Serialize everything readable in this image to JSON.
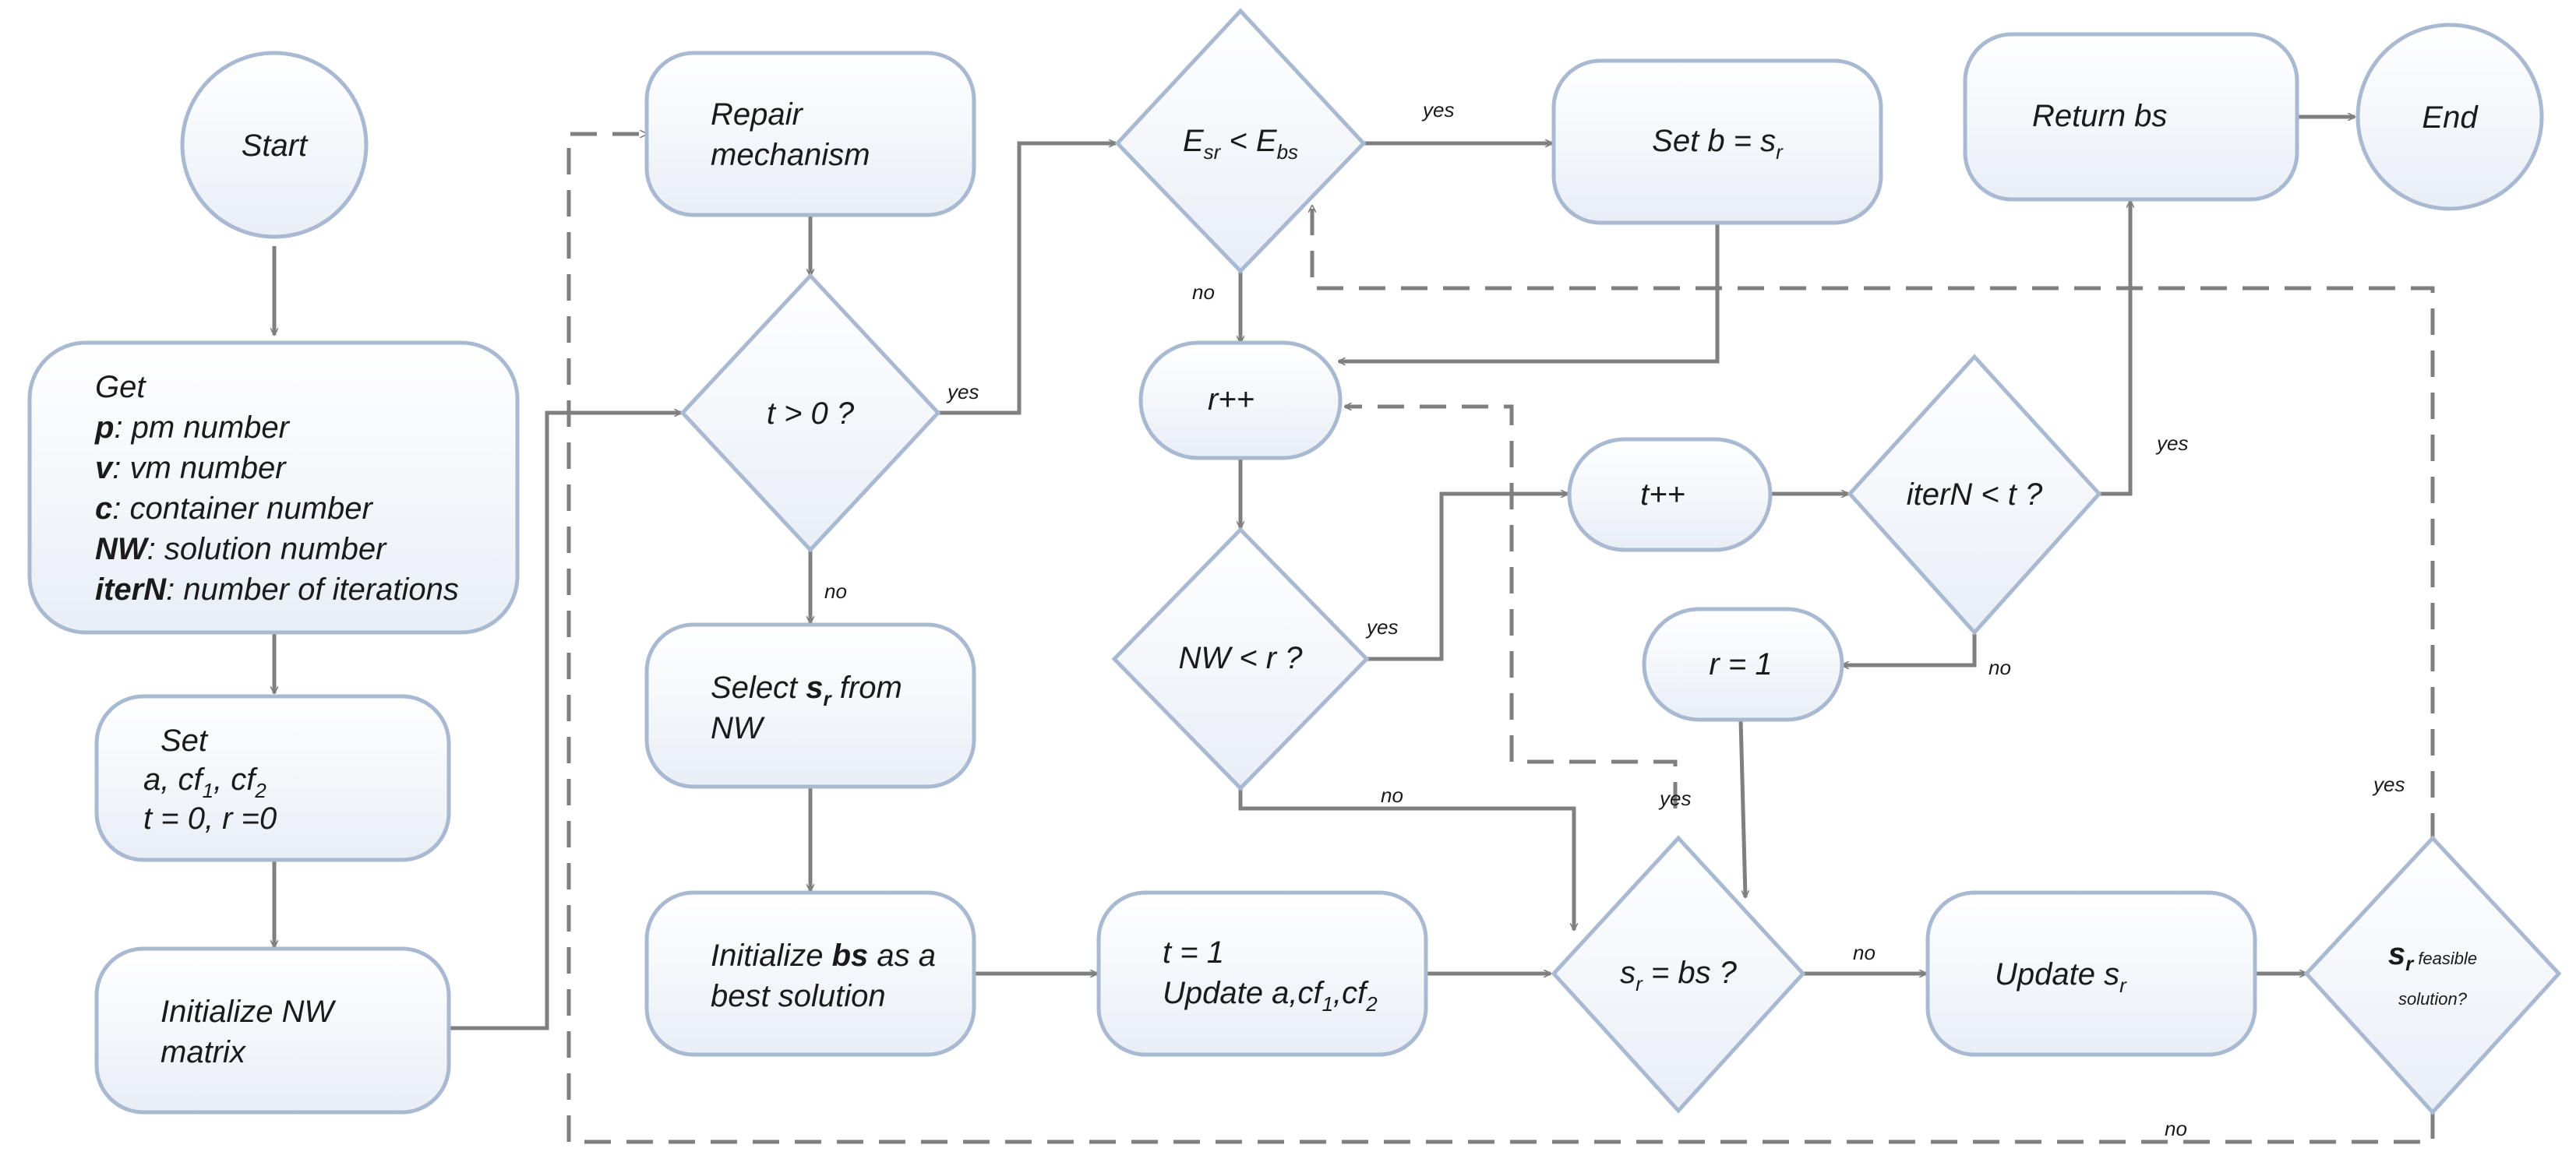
{
  "nodes": {
    "start": "Start",
    "get": {
      "title": "Get",
      "lines": [
        {
          "bold": "p",
          "rest": ": pm number"
        },
        {
          "bold": "v",
          "rest": ": vm number"
        },
        {
          "bold": "c",
          "rest": ": container number"
        },
        {
          "bold": "NW",
          "rest": ": solution number"
        },
        {
          "bold": "iterN",
          "rest": ": number of iterations"
        }
      ]
    },
    "set": {
      "title": "Set",
      "line1_a": "a, cf",
      "sub1": "1",
      "line1_b": ", cf",
      "sub2": "2",
      "line2": "t  = 0, r =0"
    },
    "init_nw": {
      "line1": "Initialize NW",
      "line2": "matrix"
    },
    "repair": {
      "line1": "Repair",
      "line2": "mechanism"
    },
    "t_gt_0": "t > 0 ?",
    "select_sr": {
      "line1_a": "Select ",
      "line1_bold": "s",
      "line1_sub": "r",
      "line1_b": " from",
      "line2": "NW"
    },
    "init_bs": {
      "line1_a": "Initialize ",
      "line1_bold": "bs",
      "line1_b": " as a",
      "line2": "best solution"
    },
    "t_eq_1": {
      "line1": "t = 1",
      "line2_a": "Update a,cf",
      "sub1": "1",
      "line2_b": ",cf",
      "sub2": "2"
    },
    "esr_ebs": {
      "a": "E",
      "sub1": "sr",
      "b": " < E",
      "sub2": "bs"
    },
    "set_b": {
      "a": "Set b = s",
      "sub": "r"
    },
    "r_inc": "r++",
    "nw_lt_r": "NW < r ?",
    "t_inc": "t++",
    "itern_lt_t": "iterN < t ?",
    "r_eq_1": "r = 1",
    "return_bs": "Return bs",
    "end": "End",
    "sr_eq_bs": {
      "a": "s",
      "sub": "r",
      "b": " = bs ?"
    },
    "update_sr": {
      "a": "Update s",
      "sub": "r"
    },
    "sr_feasible": {
      "a": "s",
      "sub": "r",
      "b": " feasible",
      "line2": "solution?"
    }
  },
  "edge_labels": {
    "yes_t": "yes",
    "no_t": "no",
    "yes_esr": "yes",
    "no_esr": "no",
    "yes_nw": "yes",
    "no_nw": "no",
    "yes_iter": "yes",
    "no_iter": "no",
    "yes_sr": "yes",
    "no_sr": "no",
    "yes_feas": "yes",
    "no_feas": "no"
  },
  "colors": {
    "node_border": "#A9B9D1",
    "node_fill_top": "#FFFFFF",
    "node_fill_bottom": "#E9EEF6",
    "connector": "#7F7F7F"
  }
}
